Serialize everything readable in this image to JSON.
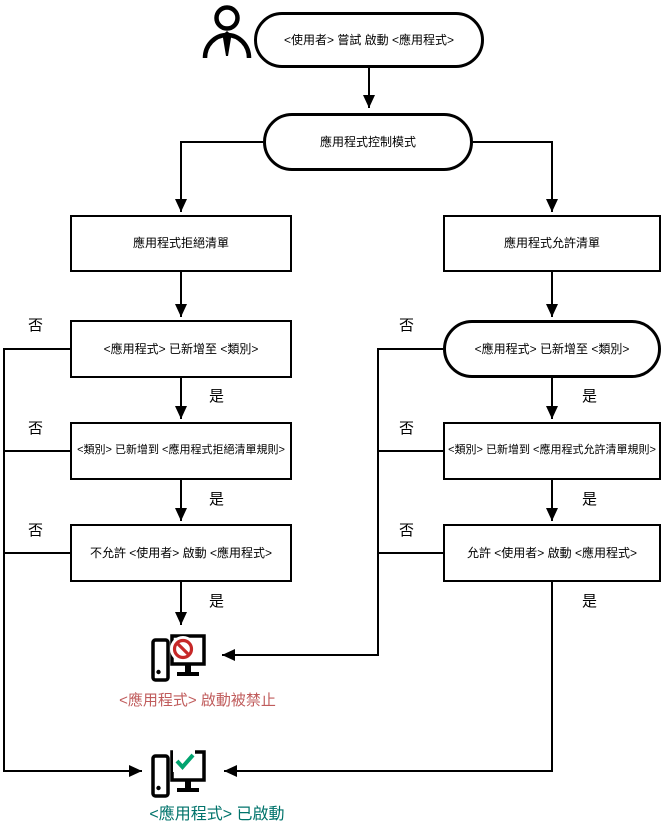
{
  "diagram": {
    "type": "flowchart",
    "start": {
      "actor_icon": "user-icon",
      "label": "<使用者> 嘗試 啟動 <應用程式>"
    },
    "mode": {
      "label": "應用程式控制模式"
    },
    "branches": {
      "denylist": {
        "list_label": "應用程式拒絕清單",
        "category_check": "<應用程式> 已新增至 <類別>",
        "rule_check": "<類別> 已新增到 <應用程式拒絕清單規則>",
        "action_check": "不允許 <使用者> 啟動 <應用程式>"
      },
      "allowlist": {
        "list_label": "應用程式允許清單",
        "category_check": "<應用程式> 已新增至 <類別>",
        "rule_check": "<類別> 已新增到 <應用程式允許清單規則>",
        "action_check": "允許 <使用者> 啟動 <應用程式>"
      }
    },
    "labels": {
      "yes": "是",
      "no": "否"
    },
    "outcomes": {
      "blocked": {
        "label": "<應用程式> 啟動被禁止",
        "text_color": "#C05C5C",
        "badge_color": "#C62828",
        "icon": "computer-blocked-icon"
      },
      "started": {
        "label": "<應用程式> 已啟動",
        "text_color": "#00736B",
        "badge_color": "#00A36E",
        "icon": "computer-started-icon"
      }
    },
    "line_color": "#000000"
  }
}
